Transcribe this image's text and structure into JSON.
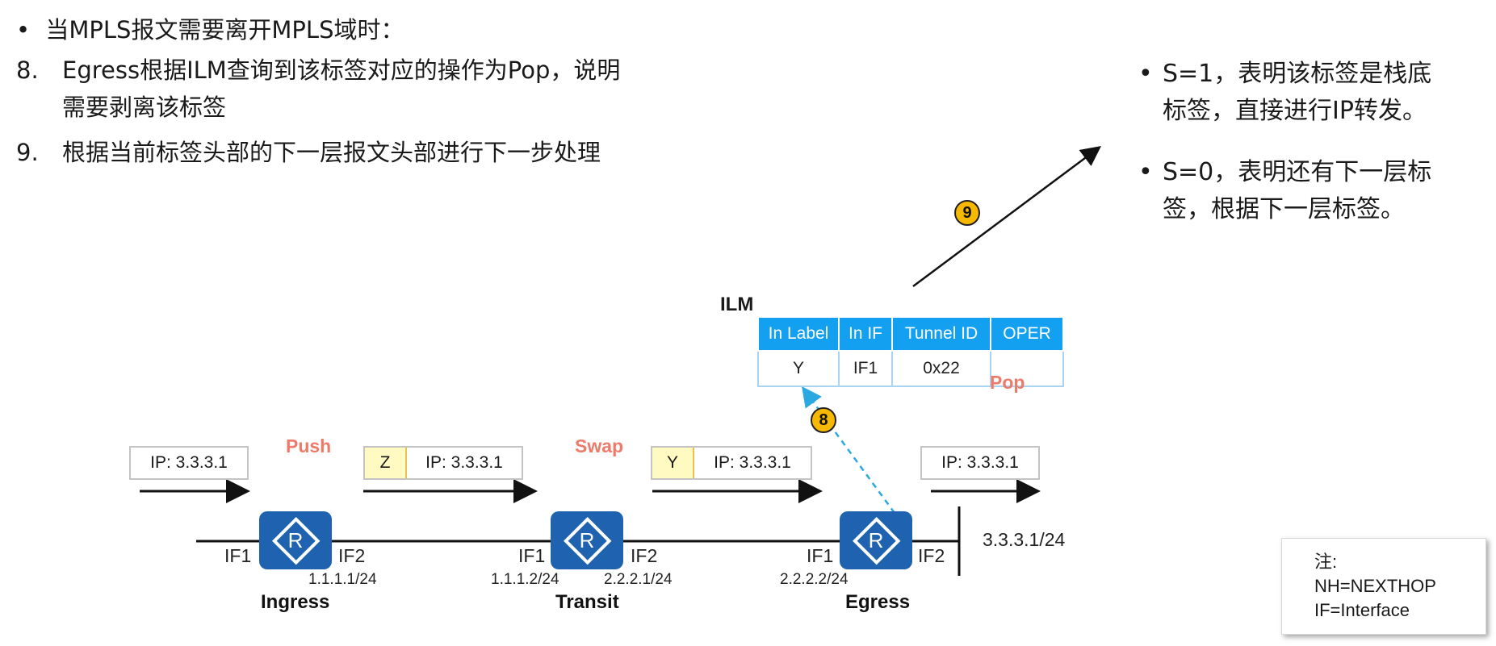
{
  "header": {
    "bullet": "•",
    "title": "当MPLS报文需要离开MPLS域时："
  },
  "steps": [
    {
      "num": "8.",
      "line1": "Egress根据ILM查询到该标签对应的操作为Pop，说明",
      "line2": "需要剥离该标签"
    },
    {
      "num": "9.",
      "line1": "根据当前标签头部的下一层报文头部进行下一步处理"
    }
  ],
  "right_bullets": [
    {
      "dot": "•",
      "line1": "S=1，表明该标签是栈底",
      "line2": "标签，直接进行IP转发。"
    },
    {
      "dot": "•",
      "line1": "S=0，表明还有下一层标",
      "line2": "签，根据下一层标签。"
    }
  ],
  "ilm": {
    "title": "ILM",
    "headers": [
      "In Label",
      "In IF",
      "Tunnel ID",
      "OPER"
    ],
    "row": [
      "Y",
      "IF1",
      "0x22",
      ""
    ],
    "pop_label": "Pop"
  },
  "badges": {
    "step9": "9",
    "step8": "8"
  },
  "operations": {
    "push": "Push",
    "swap": "Swap"
  },
  "packets": [
    {
      "label": "",
      "ip": "IP: 3.3.3.1"
    },
    {
      "label": "Z",
      "ip": "IP: 3.3.3.1"
    },
    {
      "label": "Y",
      "ip": "IP: 3.3.3.1"
    },
    {
      "label": "",
      "ip": "IP: 3.3.3.1"
    }
  ],
  "routers": [
    {
      "name": "Ingress",
      "if_left": "IF1",
      "if_right": "IF2",
      "addr_right": "1.1.1.1/24"
    },
    {
      "name": "Transit",
      "if_left": "IF1",
      "if_right": "IF2",
      "addr_left": "1.1.1.2/24",
      "addr_right": "2.2.2.1/24"
    },
    {
      "name": "Egress",
      "if_left": "IF1",
      "if_right": "IF2",
      "addr_left": "2.2.2.2/24"
    }
  ],
  "destination": "3.3.3.1/24",
  "note": {
    "title": "注:",
    "line1": "NH=NEXTHOP",
    "line2": "IF=Interface"
  },
  "icons": {
    "router": "router-icon"
  },
  "colors": {
    "router": "#1f63b0",
    "table_header": "#14a0f0",
    "op_text": "#ee7a6a",
    "badge": "#f6b800",
    "label_fill": "#fff9c2",
    "dashed_arrow": "#2aa8e0"
  }
}
